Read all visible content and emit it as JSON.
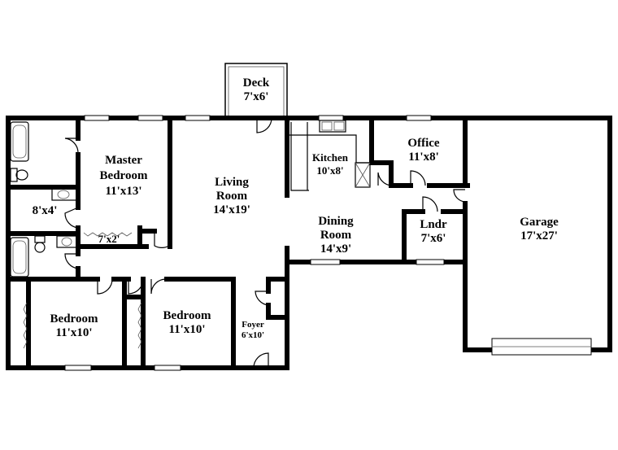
{
  "rooms": {
    "deck": {
      "name": "Deck",
      "size": "7'x6'"
    },
    "master": {
      "name1": "Master",
      "name2": "Bedroom",
      "size": "11'x13'"
    },
    "living": {
      "name1": "Living",
      "name2": "Room",
      "size": "14'x19'"
    },
    "kitchen": {
      "name": "Kitchen",
      "size": "10'x8'"
    },
    "office": {
      "name": "Office",
      "size": "11'x8'"
    },
    "dining": {
      "name1": "Dining",
      "name2": "Room",
      "size": "14'x9'"
    },
    "laundry": {
      "name": "Lndr",
      "size": "7'x6'"
    },
    "garage": {
      "name": "Garage",
      "size": "17'x27'"
    },
    "closet_small": {
      "size": "8'x4'"
    },
    "closet_master": {
      "size": "7'x2'"
    },
    "bedroom1": {
      "name": "Bedroom",
      "size": "11'x10'"
    },
    "bedroom2": {
      "name": "Bedroom",
      "size": "11'x10'"
    },
    "foyer": {
      "name": "Foyer",
      "size": "6'x10'"
    }
  }
}
